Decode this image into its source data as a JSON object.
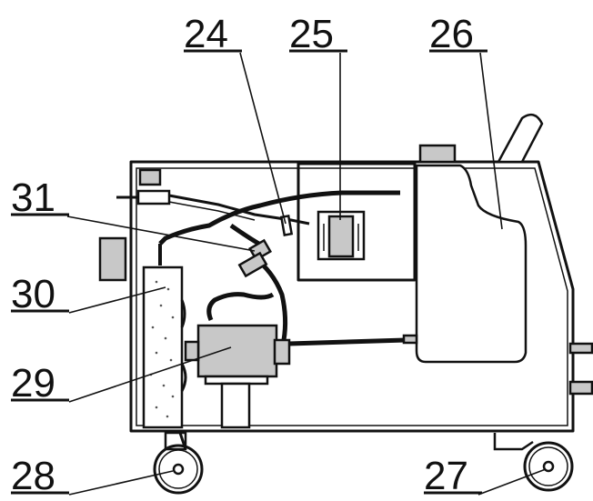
{
  "colors": {
    "line": "#111111",
    "part_fill": "#c8c8c8",
    "background": "#ffffff"
  },
  "labels": {
    "l24": "24",
    "l25": "25",
    "l26": "26",
    "l27": "27",
    "l28": "28",
    "l29": "29",
    "l30": "30",
    "l31": "31"
  }
}
